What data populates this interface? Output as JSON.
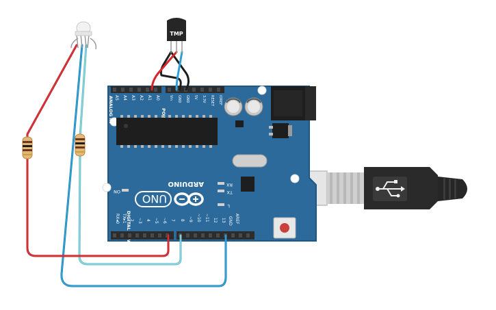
{
  "sensor": {
    "label": "TMP"
  },
  "board": {
    "brand": "ARDUINO",
    "model": "UNO",
    "power_header": "POWER",
    "analog_header": "ANALOG IN",
    "digital_header": "DIGITAL (PWM~)",
    "on_label": "ON",
    "rx_label": "RX",
    "tx_label": "TX",
    "l_label": "L",
    "power_pins": [
      "IOREF",
      "RESET",
      "3.3V",
      "5V",
      "GND",
      "GND",
      "Vin"
    ],
    "analog_pins": [
      "A0",
      "A1",
      "A2",
      "A3",
      "A4",
      "A5"
    ],
    "digital_pins": [
      "AREF",
      "GND",
      "13",
      "12",
      "~11",
      "~10",
      "~9",
      "8",
      "7",
      "~6",
      "~5",
      "4",
      "~3",
      "2",
      "TX▸1",
      "RX◂0"
    ]
  },
  "colors": {
    "board": "#2b6a9b",
    "board_edge": "#1f5682",
    "wire_red": "#d6252b",
    "wire_black": "#1e1e1e",
    "wire_blue": "#2f9fd4",
    "wire_cyan": "#6cc4cf",
    "header": "#2c2c2c"
  }
}
